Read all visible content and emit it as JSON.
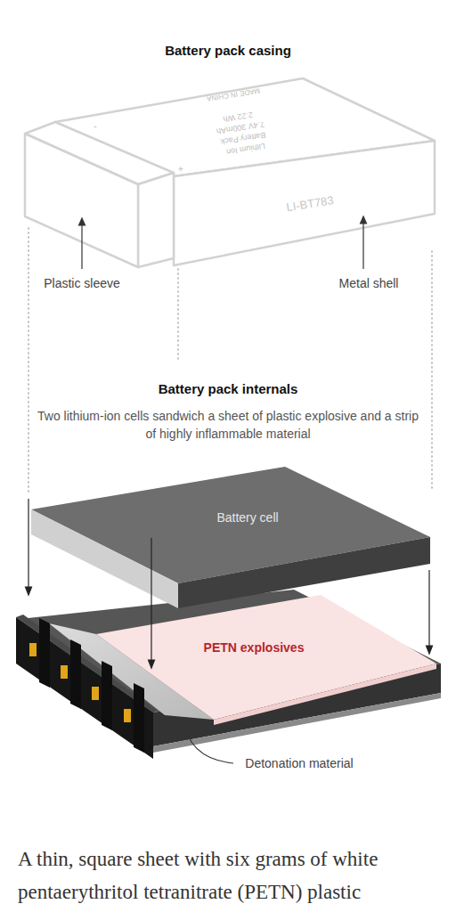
{
  "diagram": {
    "title": "Battery pack casing",
    "caption": "A thin, square sheet with six grams of white pentaerythritol tetranitrate (PETN) plastic",
    "nodes": [
      {
        "text": [
          "Battery cell"
        ]
      },
      {
        "text": [
          "PETN explosives"
        ]
      }
    ],
    "labels": [
      "Plastic sleeve",
      "Metal shell",
      "LI-BT783",
      "MADE IN CHINA",
      "Lithium Ion",
      "Battery Pack",
      "7.4V 300mAh",
      "2.22 Wh",
      "+",
      "-",
      "Battery pack internals",
      "Two lithium-ion cells sandwich a sheet of plastic explosive and a strip of highly inflammable material",
      "Detonation material"
    ]
  }
}
